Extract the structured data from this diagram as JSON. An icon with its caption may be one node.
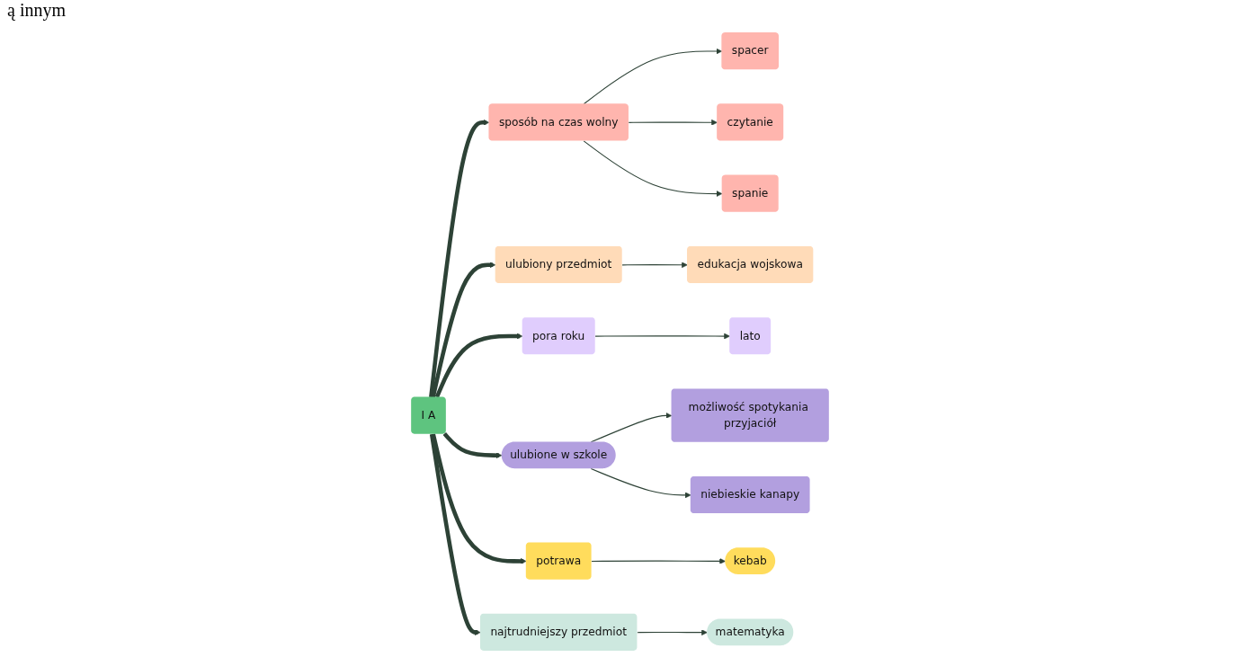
{
  "diagram": {
    "nodes": [
      {
        "text": [
          "I A"
        ]
      },
      {
        "text": [
          "sposób na czas wolny"
        ]
      },
      {
        "text": [
          "spacer"
        ]
      },
      {
        "text": [
          "czytanie"
        ]
      },
      {
        "text": [
          "spanie"
        ]
      },
      {
        "text": [
          "ulubiony przedmiot"
        ]
      },
      {
        "text": [
          "edukacja wojskowa"
        ]
      },
      {
        "text": [
          "pora roku"
        ]
      },
      {
        "text": [
          "lato"
        ]
      },
      {
        "text": [
          "ulubione w szkole"
        ]
      },
      {
        "text": [
          "możliwość spotykania przyjaciół"
        ]
      },
      {
        "text": [
          "niebieskie kanapy"
        ]
      },
      {
        "text": [
          "potrawa"
        ]
      },
      {
        "text": [
          "kebab"
        ]
      },
      {
        "text": [
          "najtrudniejszy przedmiot"
        ]
      },
      {
        "text": [
          "matematyka"
        ]
      }
    ],
    "edges": [
      {
        "from": 0,
        "to": 1,
        "arrow": "to",
        "style": "thick"
      },
      {
        "from": 1,
        "to": 2,
        "arrow": "to"
      },
      {
        "from": 1,
        "to": 3,
        "arrow": "to"
      },
      {
        "from": 1,
        "to": 4,
        "arrow": "to"
      },
      {
        "from": 0,
        "to": 5,
        "arrow": "to",
        "style": "thick"
      },
      {
        "from": 5,
        "to": 6,
        "arrow": "to"
      },
      {
        "from": 0,
        "to": 7,
        "arrow": "to",
        "style": "thick"
      },
      {
        "from": 7,
        "to": 8,
        "arrow": "to"
      },
      {
        "from": 0,
        "to": 9,
        "arrow": "to",
        "style": "thick"
      },
      {
        "from": 9,
        "to": 10,
        "arrow": "to"
      },
      {
        "from": 9,
        "to": 11,
        "arrow": "to"
      },
      {
        "from": 0,
        "to": 12,
        "arrow": "to",
        "style": "thick"
      },
      {
        "from": 12,
        "to": 13,
        "arrow": "to"
      },
      {
        "from": 0,
        "to": 14,
        "arrow": "to",
        "style": "thick"
      },
      {
        "from": 14,
        "to": 15,
        "arrow": "to"
      }
    ],
    "labels": [
      "ą innym"
    ]
  }
}
